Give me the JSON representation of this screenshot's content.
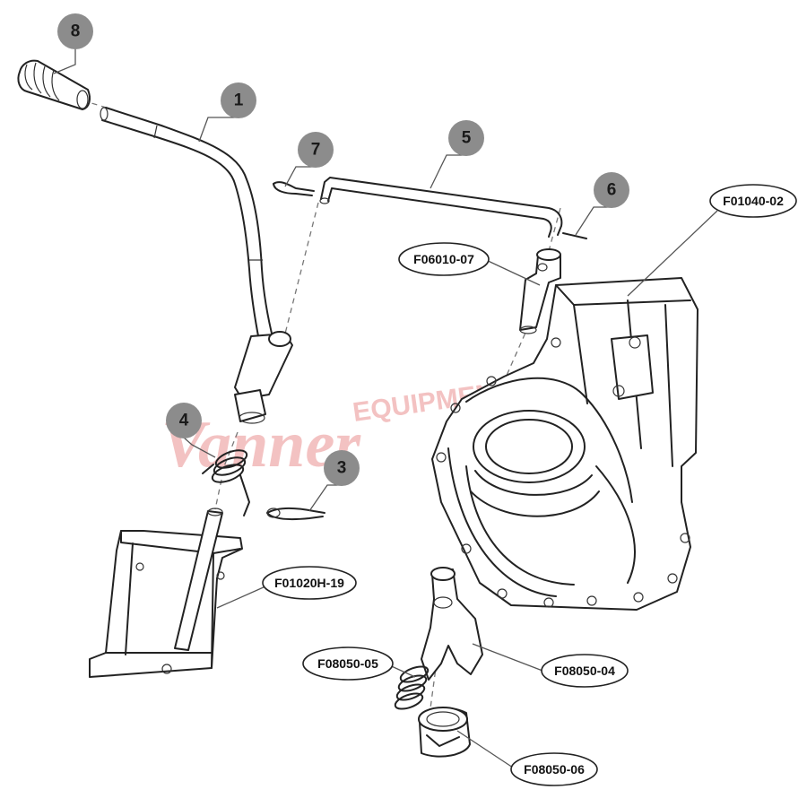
{
  "watermark": {
    "primary": "Vanner",
    "secondary": "EQUIPMENT",
    "color": "#f1b3b3"
  },
  "callouts": [
    {
      "id": "1",
      "label": "1"
    },
    {
      "id": "3",
      "label": "3"
    },
    {
      "id": "4",
      "label": "4"
    },
    {
      "id": "5",
      "label": "5"
    },
    {
      "id": "6",
      "label": "6"
    },
    {
      "id": "7",
      "label": "7"
    },
    {
      "id": "8",
      "label": "8"
    }
  ],
  "part_numbers": [
    {
      "id": "F01040-02",
      "label": "F01040-02"
    },
    {
      "id": "F06010-07",
      "label": "F06010-07"
    },
    {
      "id": "F01020H-19",
      "label": "F01020H-19"
    },
    {
      "id": "F08050-05",
      "label": "F08050-05"
    },
    {
      "id": "F08050-04",
      "label": "F08050-04"
    },
    {
      "id": "F08050-06",
      "label": "F08050-06"
    }
  ],
  "colors": {
    "callout_fill": "#8c8c8c",
    "line": "#222222"
  }
}
